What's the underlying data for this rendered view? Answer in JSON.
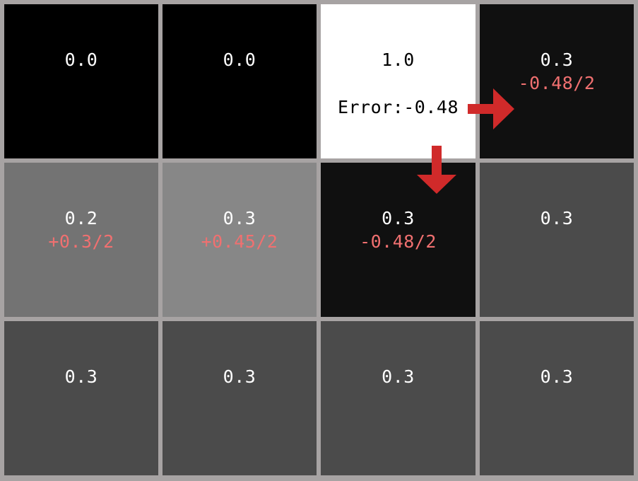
{
  "colors": {
    "grid_line": "#a7a3a3",
    "value_text_dark_bg": "#ffffff",
    "value_text_light_bg": "#000000",
    "delta_text": "#f07070",
    "arrow": "#d02a2a"
  },
  "grid": {
    "rows": [
      [
        {
          "value": "0.0",
          "shade": "#000000"
        },
        {
          "value": "0.0",
          "shade": "#000000"
        },
        {
          "value": "1.0",
          "shade": "#ffffff",
          "error": "Error:-0.48"
        },
        {
          "value": "0.3",
          "shade": "#101010",
          "delta": "-0.48/2"
        }
      ],
      [
        {
          "value": "0.2",
          "shade": "#737373",
          "delta": "+0.3/2"
        },
        {
          "value": "0.3",
          "shade": "#878787",
          "delta": "+0.45/2"
        },
        {
          "value": "0.3",
          "shade": "#101010",
          "delta": "-0.48/2"
        },
        {
          "value": "0.3",
          "shade": "#4b4b4b"
        }
      ],
      [
        {
          "value": "0.3",
          "shade": "#4b4b4b"
        },
        {
          "value": "0.3",
          "shade": "#4b4b4b"
        },
        {
          "value": "0.3",
          "shade": "#4b4b4b"
        },
        {
          "value": "0.3",
          "shade": "#4b4b4b"
        }
      ]
    ]
  },
  "arrows": [
    {
      "name": "right-arrow",
      "from_cell": [
        0,
        2
      ],
      "to_cell": [
        0,
        3
      ],
      "direction": "right"
    },
    {
      "name": "down-arrow",
      "from_cell": [
        0,
        2
      ],
      "to_cell": [
        1,
        2
      ],
      "direction": "down"
    }
  ]
}
